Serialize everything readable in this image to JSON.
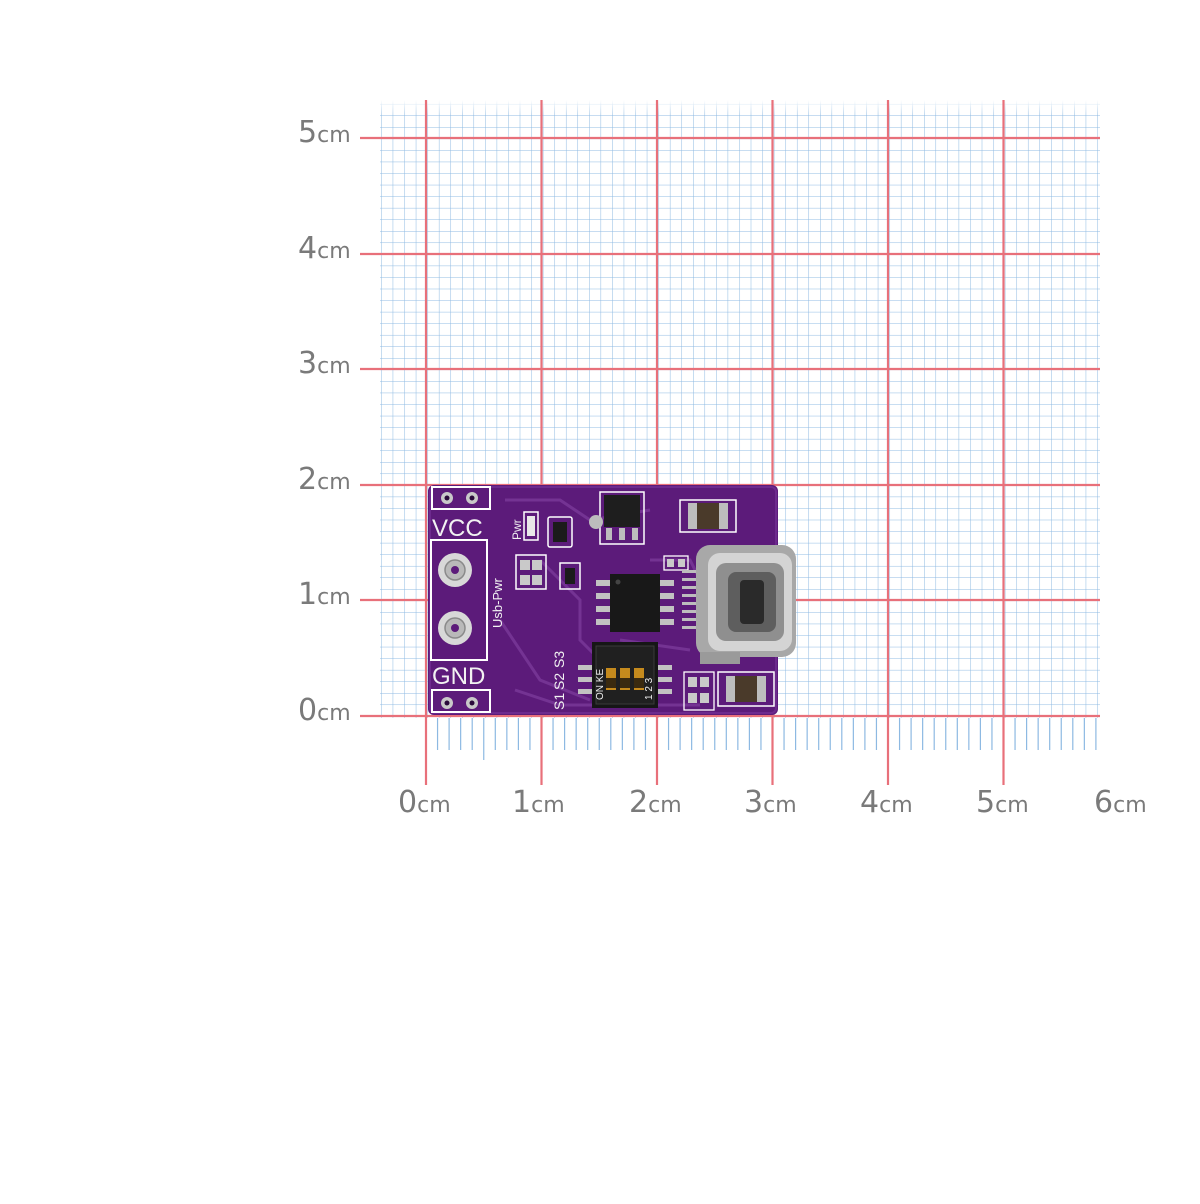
{
  "ruler": {
    "unit": "cm",
    "y_labels": [
      "5",
      "4",
      "3",
      "2",
      "1",
      "0"
    ],
    "x_labels": [
      "0",
      "1",
      "2",
      "3",
      "4",
      "5",
      "6"
    ]
  },
  "board": {
    "color": "#5a1a78",
    "silkscreen": {
      "vcc": "VCC",
      "gnd": "GND",
      "usb_pwr": "Usb-Pwr",
      "pwr": "Pwr",
      "s1": "S1",
      "s2": "S2",
      "s3": "S3",
      "dip_on": "ON KE",
      "dip_numbers": "1 2 3"
    }
  },
  "colors": {
    "grid_major": "#e8707a",
    "grid_minor": "#7fb0dc",
    "label": "#7a7a7a"
  }
}
